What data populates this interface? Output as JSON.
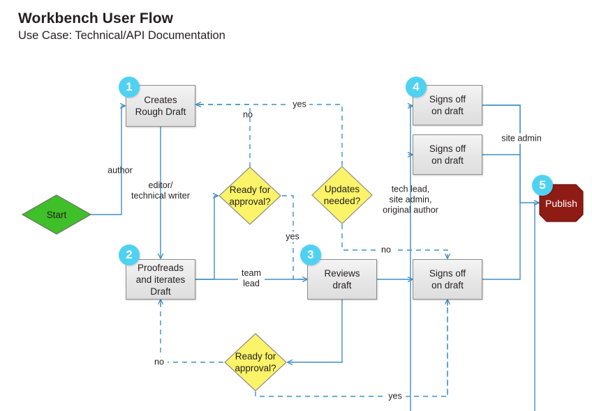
{
  "header": {
    "title": "Workbench User Flow",
    "subtitle": "Use Case: Technical/API Documentation"
  },
  "colors": {
    "start_fill": "#3fbf28",
    "start_stroke": "#6f6f6f",
    "decision_fill": "#fbf368",
    "decision_stroke": "#8c8c8c",
    "process_fill": "#e8e8e8",
    "process_stroke": "#8c8c8c",
    "publish_fill": "#8f1b15",
    "publish_stroke": "#6d120e",
    "badge_fill": "#4fd2f2",
    "edge_stroke": "#3f8fc4",
    "text": "#231f20"
  },
  "nodes": [
    {
      "id": "start",
      "label": "Start",
      "type": "terminator",
      "badge": null
    },
    {
      "id": "creates",
      "label": "Creates\nRough Draft",
      "type": "process",
      "badge": "1"
    },
    {
      "id": "proofreads",
      "label": "Proofreads\nand iterates\nDraft",
      "type": "process",
      "badge": "2"
    },
    {
      "id": "reviews",
      "label": "Reviews\ndraft",
      "type": "process",
      "badge": "3"
    },
    {
      "id": "signoff_top",
      "label": "Signs off\non draft",
      "type": "process",
      "badge": "4"
    },
    {
      "id": "signoff_mid",
      "label": "Signs off\non draft",
      "type": "process",
      "badge": null
    },
    {
      "id": "signoff_low",
      "label": "Signs off\non draft",
      "type": "process",
      "badge": null
    },
    {
      "id": "ready_top",
      "label": "Ready for\napproval?",
      "type": "decision",
      "badge": null
    },
    {
      "id": "updates",
      "label": "Updates\nneeded?",
      "type": "decision",
      "badge": null
    },
    {
      "id": "ready_bottom",
      "label": "Ready for\napproval?",
      "type": "decision",
      "badge": null
    },
    {
      "id": "publish",
      "label": "Publish",
      "type": "terminator_end",
      "badge": "5"
    }
  ],
  "edge_labels": [
    {
      "id": "author",
      "text": "author"
    },
    {
      "id": "editor",
      "text": "editor/\ntechnical writer"
    },
    {
      "id": "no_top",
      "text": "no"
    },
    {
      "id": "yes_top",
      "text": "yes"
    },
    {
      "id": "yes_mid",
      "text": "yes"
    },
    {
      "id": "roles",
      "text": "tech lead,\nsite admin,\noriginal author"
    },
    {
      "id": "site_admin",
      "text": "site admin"
    },
    {
      "id": "team_lead",
      "text": "team\nlead"
    },
    {
      "id": "no_mid",
      "text": "no"
    },
    {
      "id": "no_bottom",
      "text": "no"
    },
    {
      "id": "yes_bottom",
      "text": "yes"
    }
  ]
}
